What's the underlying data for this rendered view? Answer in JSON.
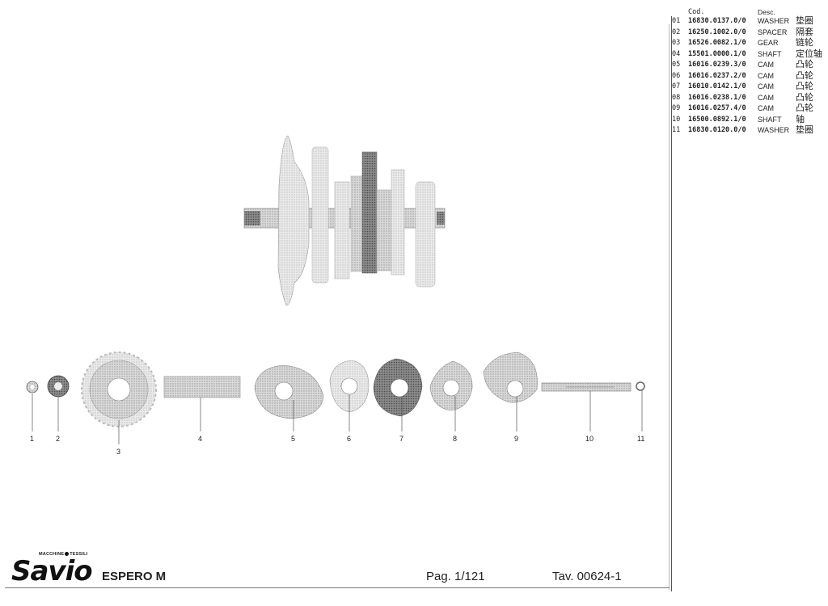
{
  "table": {
    "header_cod": "Cod.",
    "header_desc": "Desc.",
    "rows": [
      {
        "num": "01",
        "cod": "16830.0137.0/0",
        "desc": "WASHER",
        "cn": "垫圈"
      },
      {
        "num": "02",
        "cod": "16250.1002.0/0",
        "desc": "SPACER",
        "cn": "隔套"
      },
      {
        "num": "03",
        "cod": "16526.0082.1/0",
        "desc": "GEAR",
        "cn": "链轮"
      },
      {
        "num": "04",
        "cod": "15501.0000.1/0",
        "desc": "SHAFT",
        "cn": "定位轴"
      },
      {
        "num": "05",
        "cod": "16016.0239.3/0",
        "desc": "CAM",
        "cn": "凸轮"
      },
      {
        "num": "06",
        "cod": "16016.0237.2/0",
        "desc": "CAM",
        "cn": "凸轮"
      },
      {
        "num": "07",
        "cod": "16010.0142.1/0",
        "desc": "CAM",
        "cn": "凸轮"
      },
      {
        "num": "08",
        "cod": "16016.0238.1/0",
        "desc": "CAM",
        "cn": "凸轮"
      },
      {
        "num": "09",
        "cod": "16016.0257.4/0",
        "desc": "CAM",
        "cn": "凸轮"
      },
      {
        "num": "10",
        "cod": "16500.0892.1/0",
        "desc": "SHAFT",
        "cn": "轴"
      },
      {
        "num": "11",
        "cod": "16830.0120.0/0",
        "desc": "WASHER",
        "cn": "垫圈"
      }
    ]
  },
  "callouts": [
    "1",
    "2",
    "3",
    "4",
    "5",
    "6",
    "7",
    "8",
    "9",
    "10",
    "11"
  ],
  "footer": {
    "brand_tag_left": "MACCHINE",
    "brand_tag_right": "TESSILI",
    "brand": "Savio",
    "model": "ESPERO M",
    "page": "Pag. 1/121",
    "table_no": "Tav. 00624-1"
  }
}
